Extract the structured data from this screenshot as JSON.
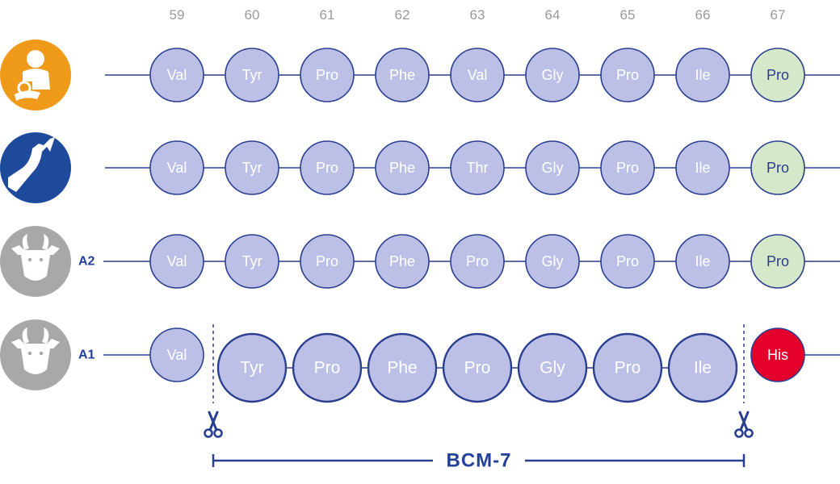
{
  "colors": {
    "residue_fill": "#bcc0e6",
    "residue_stroke": "#2a3f8f",
    "green_fill": "#d5e8c9",
    "red_fill": "#e4002b",
    "line": "#2a3f8f",
    "human_icon": "#f09a1a",
    "goat_icon": "#1e4a9c",
    "cow_icon": "#a8a8a8",
    "position_number": "#9a9a9a"
  },
  "positions": [
    "59",
    "60",
    "61",
    "62",
    "63",
    "64",
    "65",
    "66",
    "67"
  ],
  "rows": [
    {
      "icon": "human-mother-child-icon",
      "label": "",
      "residues": [
        "Val",
        "Tyr",
        "Pro",
        "Phe",
        "Val",
        "Gly",
        "Pro",
        "Ile",
        "Pro"
      ],
      "last_color": "green"
    },
    {
      "icon": "goat-icon",
      "label": "",
      "residues": [
        "Val",
        "Tyr",
        "Pro",
        "Phe",
        "Thr",
        "Gly",
        "Pro",
        "Ile",
        "Pro"
      ],
      "last_color": "green"
    },
    {
      "icon": "cow-icon",
      "label": "A2",
      "residues": [
        "Val",
        "Tyr",
        "Pro",
        "Phe",
        "Pro",
        "Gly",
        "Pro",
        "Ile",
        "Pro"
      ],
      "last_color": "green"
    },
    {
      "icon": "cow-icon",
      "label": "A1",
      "residues": [
        "Val",
        "Tyr",
        "Pro",
        "Phe",
        "Pro",
        "Gly",
        "Pro",
        "Ile",
        "His"
      ],
      "last_color": "red",
      "highlight_range": [
        1,
        7
      ]
    }
  ],
  "cleavage": {
    "scissors_icon": "scissors-icon",
    "fragment_label": "BCM-7"
  }
}
